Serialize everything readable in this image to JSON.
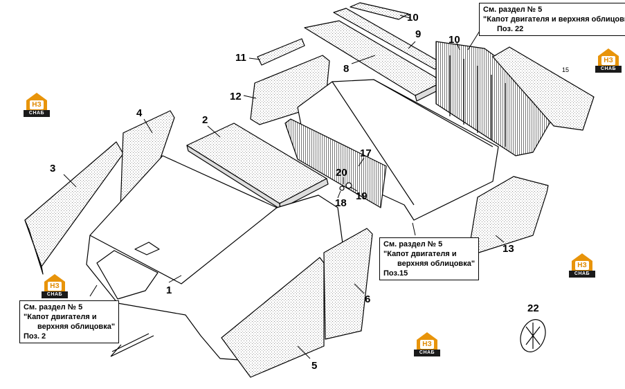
{
  "part_numbers": {
    "p1": "1",
    "p2": "2",
    "p3": "3",
    "p4": "4",
    "p5": "5",
    "p6": "6",
    "p8": "8",
    "p9": "9",
    "p10a": "10",
    "p10b": "10",
    "p11": "11",
    "p12": "12",
    "p13": "13",
    "p15": "15",
    "p17": "17",
    "p18": "18",
    "p19": "19",
    "p20": "20",
    "p22": "22"
  },
  "callouts": {
    "top_right": {
      "line1": "См. раздел № 5",
      "line2": "\"Капот двигателя и верхняя облицовка\"",
      "line3": "Поз. 22"
    },
    "middle": {
      "line1": "См. раздел № 5",
      "line2": "\"Капот двигателя и",
      "line3": "верхняя облицовка\"",
      "line4": "Поз.15"
    },
    "bottom_left": {
      "line1": "См. раздел № 5",
      "line2": "\"Капот двигателя и",
      "line3": "верхняя облицовка\"",
      "line4": "Поз. 2"
    }
  },
  "logo": {
    "mark": "НЗ",
    "caption": "СНАБ",
    "accent": "#e8940a"
  },
  "colors": {
    "line": "#000000",
    "hatch": "#8a8a8a"
  }
}
